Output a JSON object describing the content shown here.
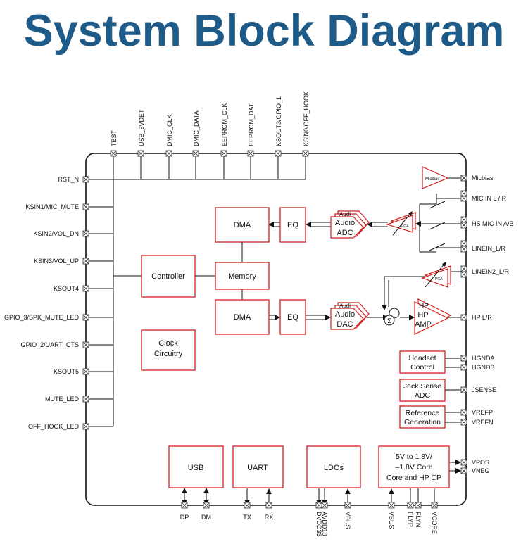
{
  "title": "System Block Diagram",
  "top_pins": [
    "TEST",
    "USB_5VDET",
    "DMIC_CLK",
    "DMIC_DATA",
    "EEPROM_CLK",
    "EEPROM_DAT",
    "KSOUT3/GPIO_1",
    "KSIN0/OFF_HOOK"
  ],
  "left_pins": [
    "RST_N",
    "KSIN1/MIC_MUTE",
    "KSIN2/VOL_DN",
    "KSIN3/VOL_UP",
    "KSOUT4",
    "GPIO_3/SPK_MUTE_LED",
    "GPIO_2/UART_CTS",
    "KSOUT5",
    "MUTE_LED",
    "OFF_HOOK_LED"
  ],
  "right_pins": [
    "Micbias",
    "MIC IN L / R",
    "HS MIC IN A/B",
    "LINEIN_L/R",
    "LINEIN2_L/R",
    "HP L/R",
    "HGNDA",
    "HGNDB",
    "JSENSE",
    "VREFP",
    "VREFN",
    "VPOS",
    "VNEG"
  ],
  "bottom_pins": [
    "DP",
    "DM",
    "TX",
    "RX",
    "DVDD33",
    "AVDD18",
    "VBUS",
    "VBUS",
    "FLYP",
    "FLYN",
    "VCORE"
  ],
  "blocks": {
    "dma_top": "DMA",
    "eq_top": "EQ",
    "audio_adc": [
      "Audio",
      "ADC"
    ],
    "controller": "Controller",
    "memory": "Memory",
    "dma_bottom": "DMA",
    "eq_bottom": "EQ",
    "audio_dac": [
      "Audio",
      "DAC"
    ],
    "hp_amp": [
      "HP",
      "AMP"
    ],
    "clock": [
      "Clock",
      "Circuitry"
    ],
    "headset_control": [
      "Headset",
      "Control"
    ],
    "jack_sense": [
      "Jack Sense",
      "ADC"
    ],
    "reference": [
      "Reference",
      "Generation"
    ],
    "usb": "USB",
    "uart": "UART",
    "ldos": "LDOs",
    "cp": [
      "5V to 1.8V/",
      "–1.8V Core",
      "Core and HP CP"
    ]
  },
  "small_labels": {
    "micbias": "Micbias",
    "pga_in": "PGA",
    "pga_line2": "PGA",
    "sum": "Σ",
    "adc_stack": "Audi",
    "dac_stack": "Audi",
    "hp_stack": "HP"
  },
  "colors": {
    "title": "#1f5b88",
    "block_border": "#d42020",
    "wire": "#111111"
  }
}
